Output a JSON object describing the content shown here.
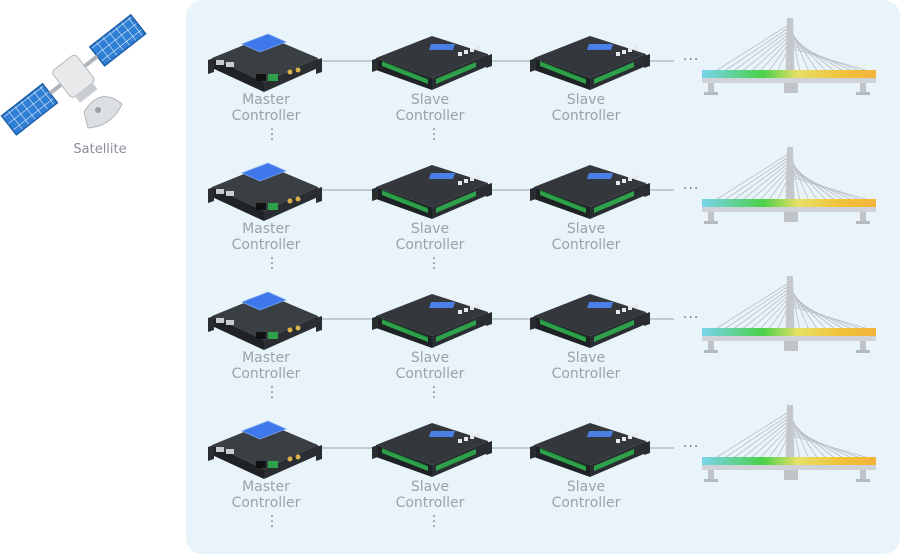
{
  "satellite": {
    "label": "Satellite",
    "icon": "satellite-icon"
  },
  "rows": [
    {
      "master": [
        "Master",
        "Controller"
      ],
      "slave1": [
        "Slave",
        "Controller"
      ],
      "slave2": [
        "Slave",
        "Controller"
      ],
      "continuation": "···"
    },
    {
      "master": [
        "Master",
        "Controller"
      ],
      "slave1": [
        "Slave",
        "Controller"
      ],
      "slave2": [
        "Slave",
        "Controller"
      ],
      "continuation": "···"
    },
    {
      "master": [
        "Master",
        "Controller"
      ],
      "slave1": [
        "Slave",
        "Controller"
      ],
      "slave2": [
        "Slave",
        "Controller"
      ],
      "continuation": "···"
    },
    {
      "master": [
        "Master",
        "Controller"
      ],
      "slave1": [
        "Slave",
        "Controller"
      ],
      "slave2": [
        "Slave",
        "Controller"
      ],
      "continuation": "···"
    }
  ],
  "colors": {
    "panel": "#e9f4fa",
    "device": "#2b2f33",
    "terminal": "#2ea24a",
    "screen": "#3e6fe6",
    "label": "#9ba1a9"
  }
}
